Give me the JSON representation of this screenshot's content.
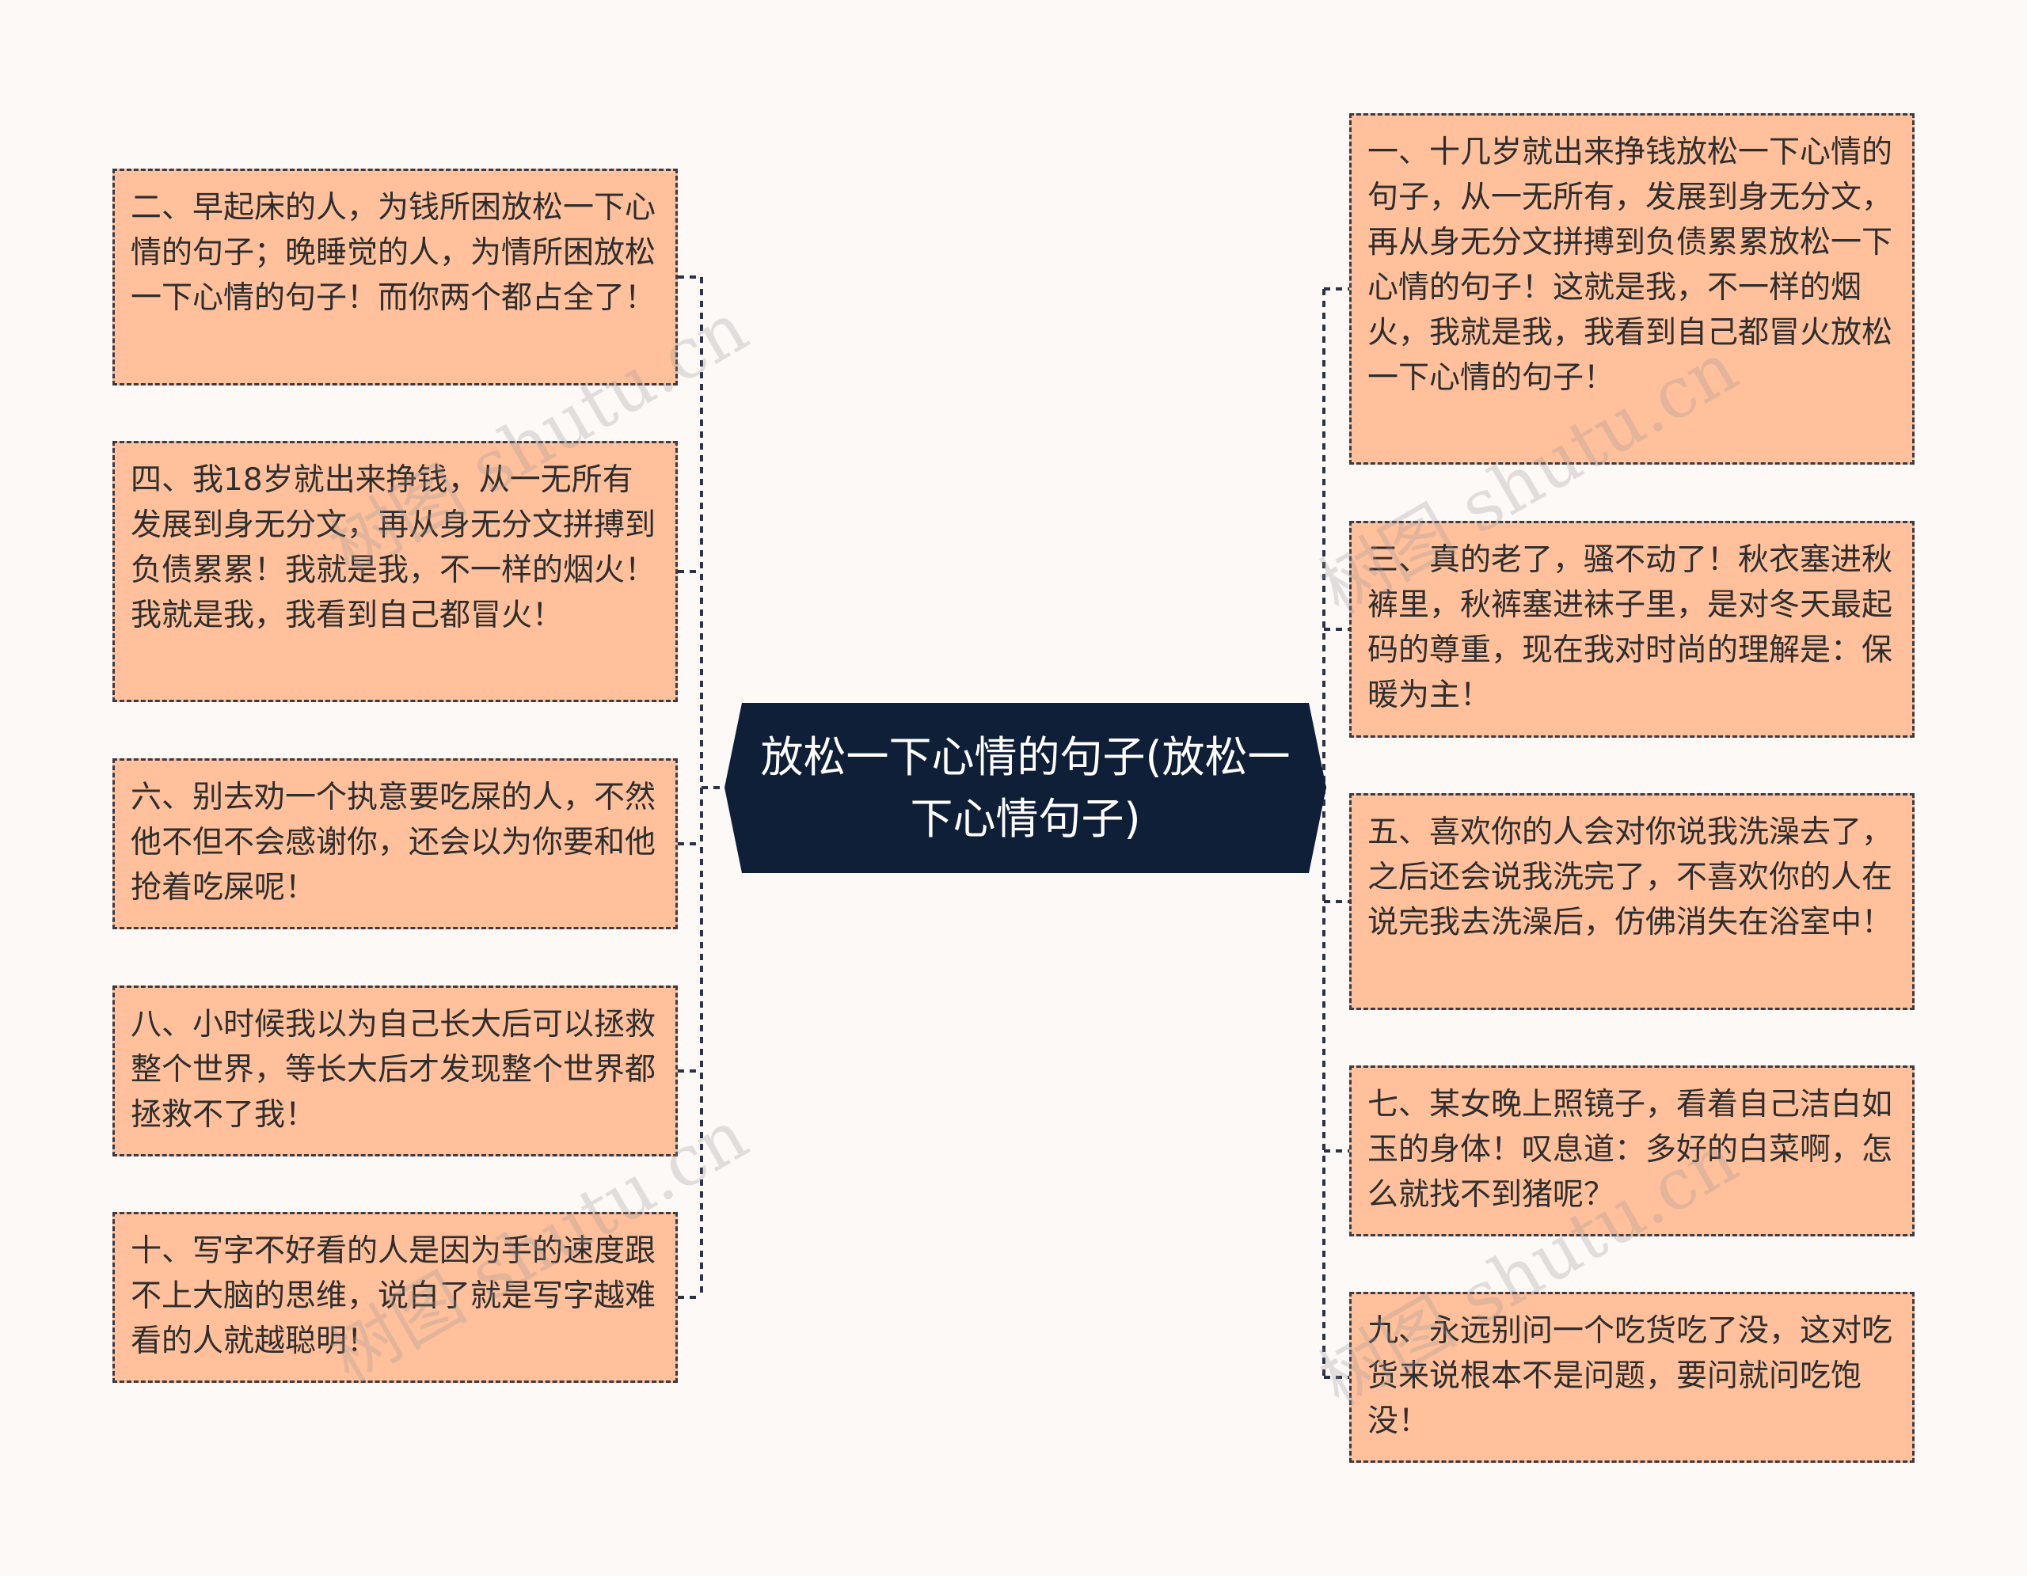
{
  "root": {
    "title": "放松一下心情的句子(放松一下心情句子)"
  },
  "left_nodes": [
    {
      "text": "二、早起床的人，为钱所困放松一下心情的句子；晚睡觉的人，为情所困放松一下心情的句子！而你两个都占全了！"
    },
    {
      "text": "四、我18岁就出来挣钱，从一无所有发展到身无分文，再从身无分文拼搏到负债累累！我就是我，不一样的烟火！我就是我，我看到自己都冒火！"
    },
    {
      "text": "六、别去劝一个执意要吃屎的人，不然他不但不会感谢你，还会以为你要和他抢着吃屎呢！"
    },
    {
      "text": "八、小时候我以为自己长大后可以拯救整个世界，等长大后才发现整个世界都拯救不了我！"
    },
    {
      "text": "十、写字不好看的人是因为手的速度跟不上大脑的思维，说白了就是写字越难看的人就越聪明！"
    }
  ],
  "right_nodes": [
    {
      "text": "一、十几岁就出来挣钱放松一下心情的句子，从一无所有，发展到身无分文，再从身无分文拼搏到负债累累放松一下心情的句子！这就是我，不一样的烟火，我就是我，我看到自己都冒火放松一下心情的句子！"
    },
    {
      "text": "三、真的老了，骚不动了！秋衣塞进秋裤里，秋裤塞进袜子里，是对冬天最起码的尊重，现在我对时尚的理解是：保暖为主！"
    },
    {
      "text": "五、喜欢你的人会对你说我洗澡去了，之后还会说我洗完了，不喜欢你的人在说完我去洗澡后，仿佛消失在浴室中！"
    },
    {
      "text": "七、某女晚上照镜子，看着自己洁白如玉的身体！叹息道：多好的白菜啊，怎么就找不到猪呢？"
    },
    {
      "text": "九、永远别问一个吃货吃了没，这对吃货来说根本不是问题，要问就问吃饱没！"
    }
  ],
  "watermarks": [
    "树图 shutu.cn",
    "树图 shutu.cn",
    "树图 shutu.cn",
    "树图 shutu.cn"
  ],
  "colors": {
    "node_fill": "#ffc09b",
    "node_border": "#3b3b45",
    "root_fill": "#0e1f37",
    "connector": "#2b3344",
    "background": "#fdf9f7"
  }
}
